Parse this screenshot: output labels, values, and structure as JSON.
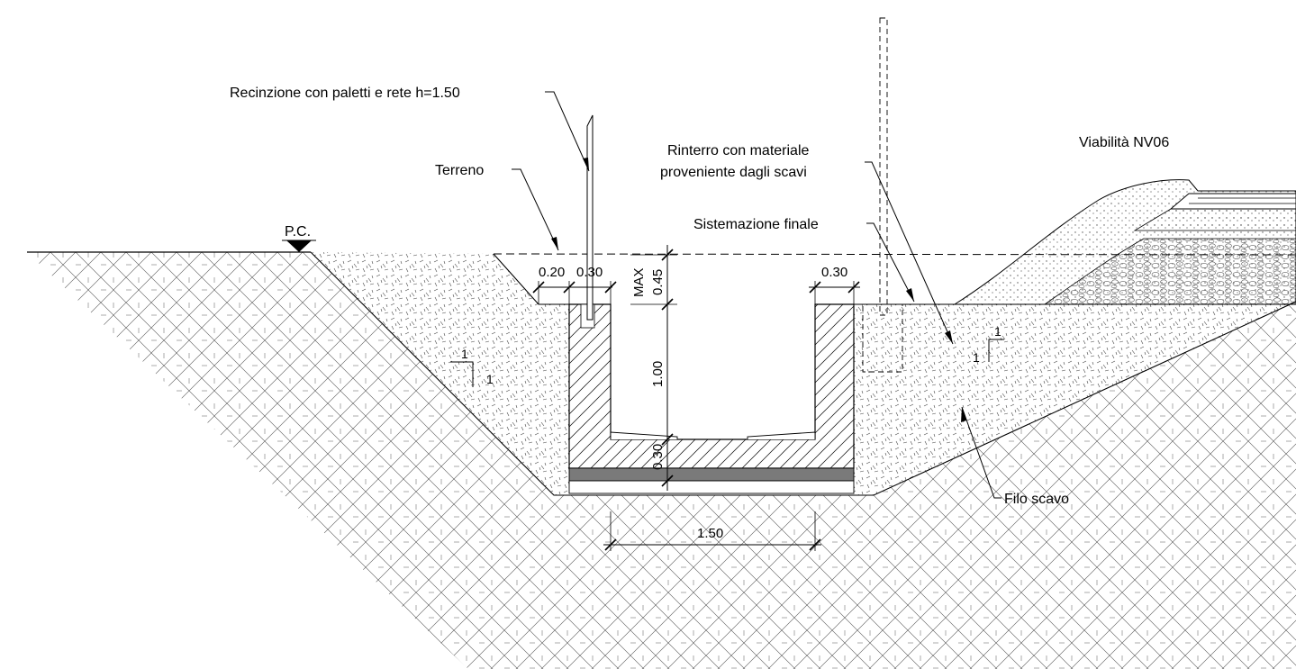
{
  "labels": {
    "recinzione": "Recinzione con paletti e rete h=1.50",
    "terreno": "Terreno",
    "pc": "P.C.",
    "rinterro_line1": "Rinterro con materiale",
    "rinterro_line2": "proveniente dagli scavi",
    "sistemazione": "Sistemazione finale",
    "viabilita": "Viabilità NV06",
    "filo_scavo": "Filo scavo"
  },
  "dimensions": {
    "d020": "0.20",
    "d030_left": "0.30",
    "max": "MAX",
    "d045": "0.45",
    "d030_right": "0.30",
    "d100": "1.00",
    "d030_bottom": "0.30",
    "d150": "1.50"
  },
  "slopes": {
    "left_h": "1",
    "left_v": "1",
    "right_h": "1",
    "right_v": "1"
  },
  "colors": {
    "line": "#000000",
    "lean_concrete": "#7a7a7a",
    "background": "#ffffff"
  }
}
